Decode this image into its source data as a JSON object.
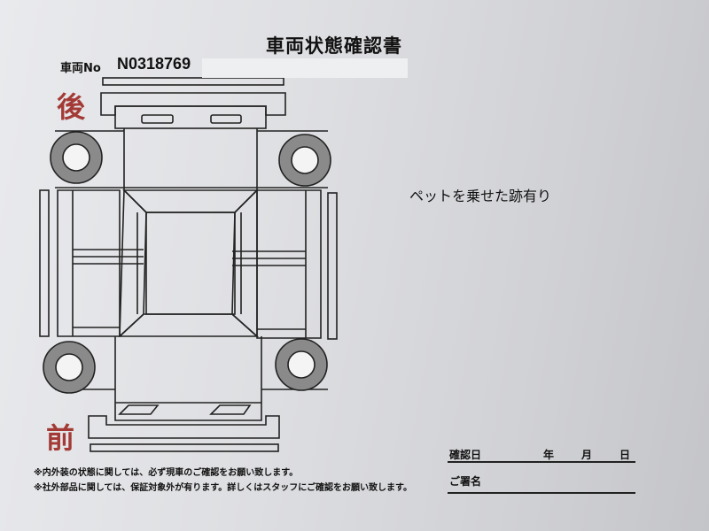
{
  "document": {
    "title": "車両状態確認書",
    "vehicle_no_label": "車両No",
    "vehicle_no": "N0318769",
    "rear_label": "後",
    "front_label": "前",
    "remark": "ペットを乗せた跡有り",
    "notes": [
      "※内外装の状態に関しては、必ず現車のご確認をお願い致します。",
      "※社外部品に関しては、保証対象外が有ります。詳しくはスタッフにご確認をお願い致します。"
    ],
    "confirm_date_label": "確認日",
    "year_label": "年",
    "month_label": "月",
    "day_label": "日",
    "signature_label": "ご署名"
  },
  "colors": {
    "accent": "#a33a36",
    "wheel": "#8a8a8a"
  }
}
